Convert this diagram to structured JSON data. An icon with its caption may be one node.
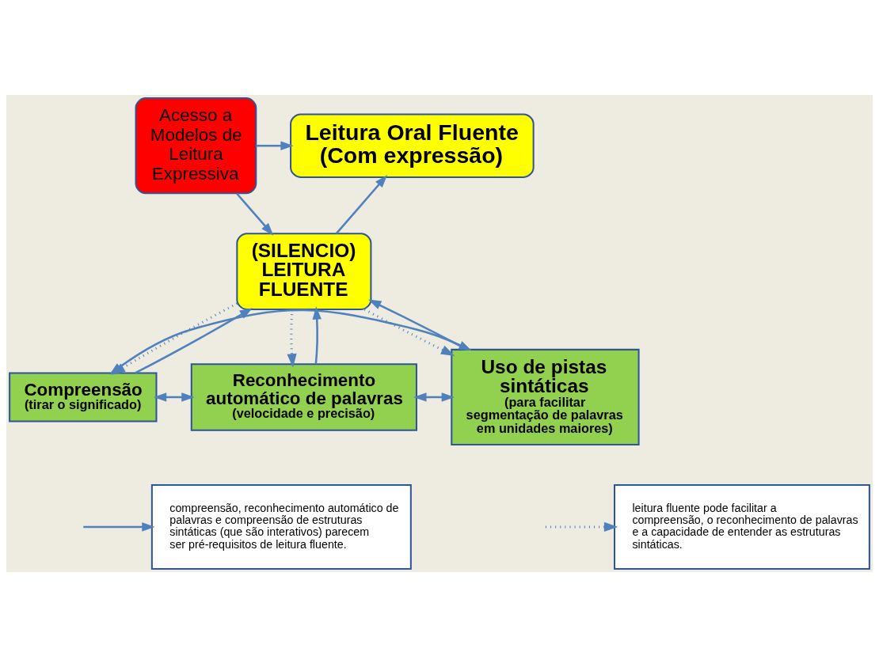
{
  "diagram": {
    "nodes": [
      {
        "text": [
          "Leitura Oral Fluente (Com expressão)"
        ]
      },
      {
        "text": [
          "Acesso a Modelos de Leitura Expressiva"
        ]
      },
      {
        "text": [
          "(SILENCIO) LEITURA FLUENTE"
        ]
      },
      {
        "text": [
          "Compreensão",
          "(tirar o significado)"
        ]
      },
      {
        "text": [
          "Reconhecimento automático de palavras",
          "(velocidade e precisão)"
        ]
      },
      {
        "text": [
          "Uso de pistas sintáticas",
          "(para facilitar segmentação de palavras em unidades maiores)"
        ]
      }
    ],
    "edges": [
      {
        "from": 2,
        "to": 0,
        "arrow": "to"
      },
      {
        "from": 1,
        "to": 0,
        "arrow": "to"
      },
      {
        "from": 1,
        "to": 2,
        "arrow": "to"
      },
      {
        "from": 2,
        "to": 3,
        "arrow": "to",
        "style": "dashed"
      },
      {
        "from": 3,
        "to": 2,
        "arrow": "to"
      },
      {
        "from": 4,
        "to": 2,
        "arrow": "to"
      },
      {
        "from": 2,
        "to": 4,
        "arrow": "to",
        "style": "dashed"
      },
      {
        "from": 2,
        "to": 5,
        "arrow": "to",
        "style": "dashed"
      },
      {
        "from": 5,
        "to": 2,
        "arrow": "to"
      },
      {
        "from": 3,
        "to": 4,
        "arrow": "both"
      },
      {
        "from": 4,
        "to": 5,
        "arrow": "both"
      },
      {
        "from": 3,
        "to": 5,
        "arrow": "both"
      }
    ],
    "legend": [
      {
        "text": "compreensão, reconhecimento automático de palavras e compreensão de estruturas sintáticas (que são interativos) parecem ser pré-requisitos de leitura fluente."
      },
      {
        "text": "leitura fluente pode facilitar a compreensão, o reconhecimento de palavras e a capacidade de entender as estruturas sintáticas."
      }
    ]
  }
}
